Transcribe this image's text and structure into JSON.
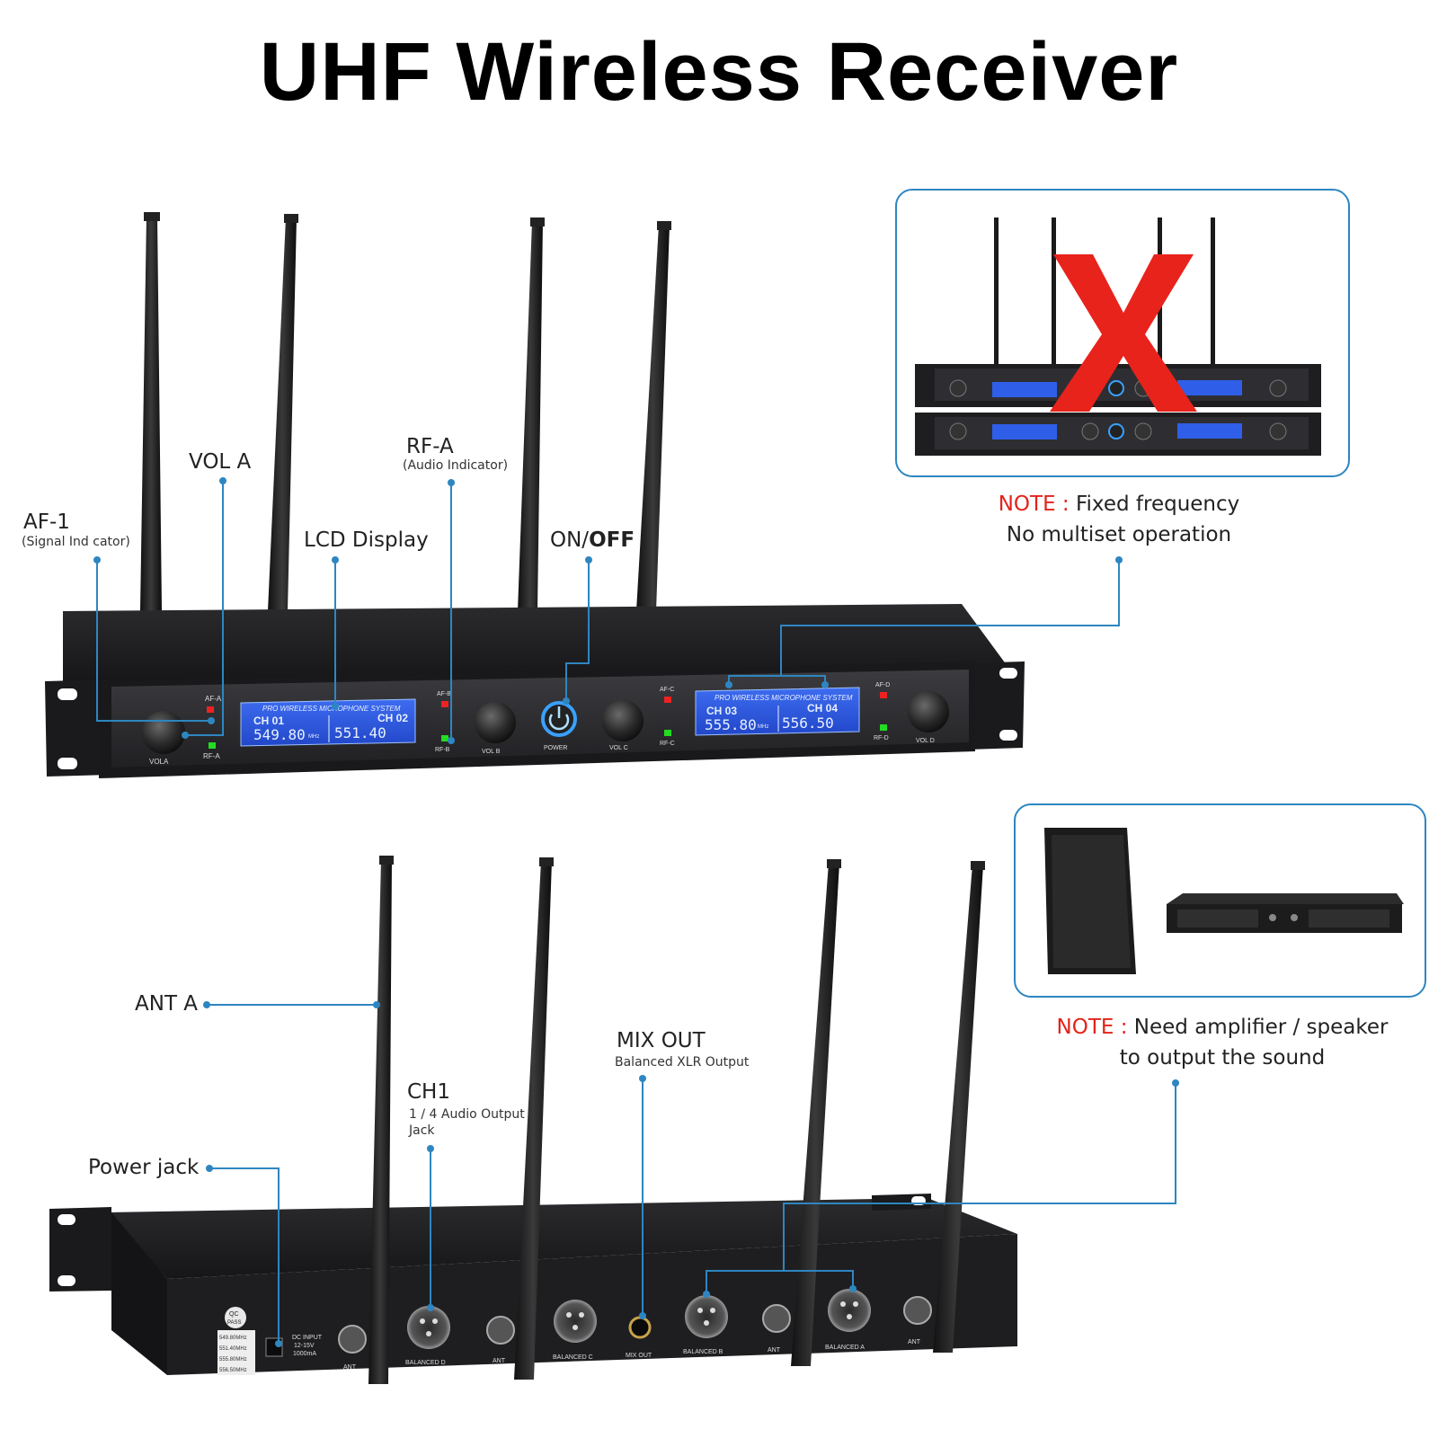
{
  "title": "UHF Wireless Receiver",
  "colors": {
    "callout": "#2e86c1",
    "accent_red": "#e2231a",
    "lcd_blue": "#2b55d8",
    "chassis": "#1c1c1e"
  },
  "front_panel": {
    "callouts": {
      "af1": {
        "label": "AF-1",
        "sub": "(Signal Ind cator)"
      },
      "vol_a": {
        "label": "VOL A"
      },
      "lcd_display": {
        "label": "LCD Display"
      },
      "rf_a": {
        "label": "RF-A",
        "sub": "(Audio Indicator)"
      },
      "on_off": {
        "label_on": "ON/",
        "label_off": "OFF"
      }
    },
    "panel_text": {
      "af_a": "AF-A",
      "rf_a": "RF-A",
      "vol_a": "VOLA",
      "af_b": "AF-B",
      "rf_b": "RF-B",
      "vol_b": "VOL B",
      "power": "POWER",
      "af_c": "AF-C",
      "rf_c": "RF-C",
      "vol_c": "VOL C",
      "af_d": "AF-D",
      "rf_d": "RF-D",
      "vol_d": "VOL D"
    },
    "lcd_left": {
      "header": "PRO WIRELESS MICROPHONE SYSTEM",
      "ch1": "CH 01",
      "freq1": "549.80",
      "ch2": "CH 02",
      "freq2": "551.40",
      "unit": "MHz"
    },
    "lcd_right": {
      "header": "PRO WIRELESS MICROPHONE SYSTEM",
      "ch1": "CH 03",
      "freq1": "555.80",
      "ch2": "CH 04",
      "freq2": "556.50",
      "unit": "MHz"
    }
  },
  "note_top": {
    "prefix": "NOTE :",
    "line1": "Fixed frequency",
    "line2": "No multiset operation"
  },
  "note_bottom": {
    "prefix": "NOTE :",
    "line1": "Need amplifier / speaker",
    "line2": "to output the sound"
  },
  "rear_panel": {
    "callouts": {
      "ant_a": {
        "label": "ANT A"
      },
      "power_jack": {
        "label": "Power jack"
      },
      "ch1": {
        "label": "CH1",
        "sub1": "1 / 4 Audio Output",
        "sub2": "Jack"
      },
      "mix_out": {
        "label": "MIX OUT",
        "sub": "Balanced XLR Output"
      }
    },
    "panel_text": {
      "qc": "QC",
      "pass": "PASS",
      "freqs": [
        "549.80MHz",
        "551.40MHz",
        "555.80MHz",
        "556.50MHz"
      ],
      "dc_input": "DC INPUT",
      "voltage": "12-15V",
      "current": "1000mA",
      "balanced_d": "BALANCED D",
      "balanced_c": "BALANCED C",
      "balanced_b": "BALANCED B",
      "balanced_a": "BALANCED A",
      "mix_out": "MIX OUT",
      "ant": "ANT"
    }
  }
}
